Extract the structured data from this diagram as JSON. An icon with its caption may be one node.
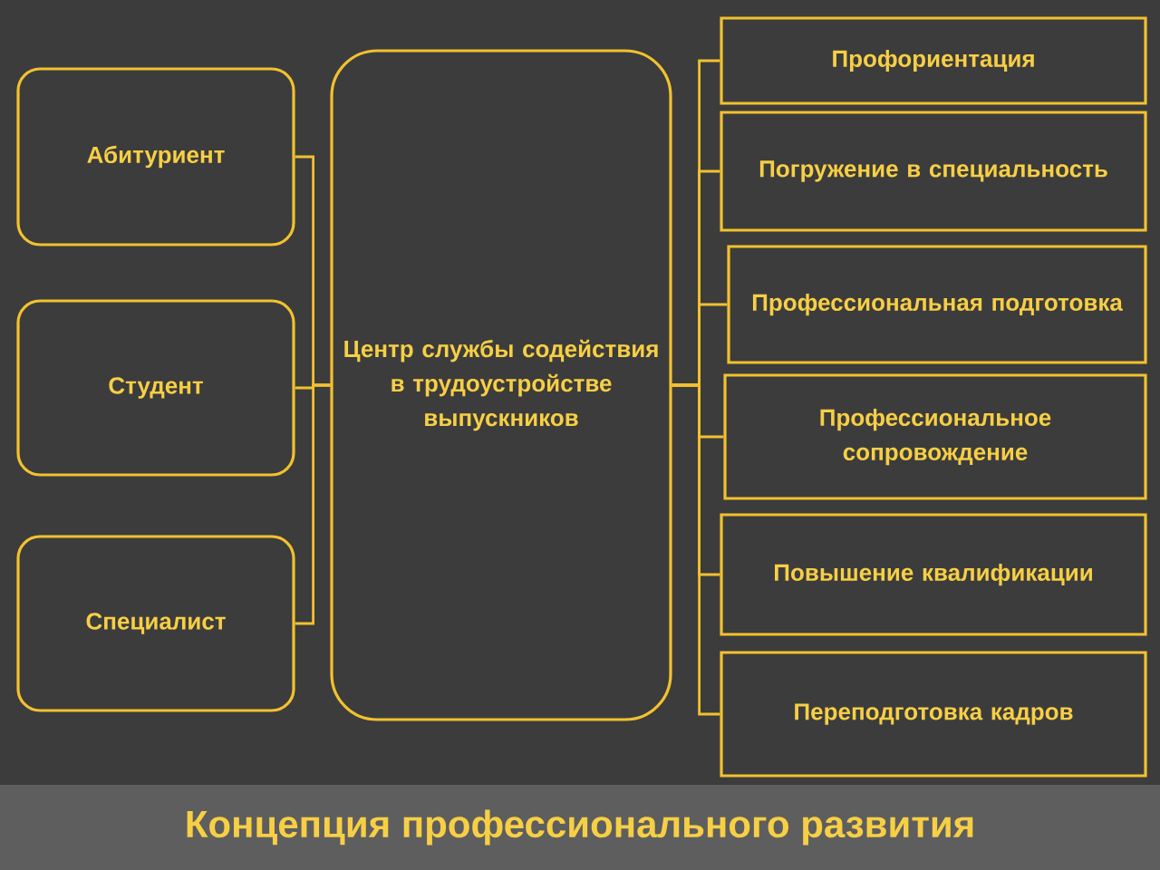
{
  "diagram": {
    "title": "Концепция профессионального развития",
    "nodes": [
      {
        "text": [
          "Абитуриент"
        ]
      },
      {
        "text": [
          "Студент"
        ]
      },
      {
        "text": [
          "Специалист"
        ]
      },
      {
        "text": [
          "Центр службы содействия в трудоустройстве выпускников"
        ]
      },
      {
        "text": [
          "Профориентация"
        ]
      },
      {
        "text": [
          "Погружение в специальность"
        ]
      },
      {
        "text": [
          "Профессиональная подготовка"
        ]
      },
      {
        "text": [
          "Профессиональное сопровождение"
        ]
      },
      {
        "text": [
          "Повышение квалификации"
        ]
      },
      {
        "text": [
          "Переподготовка кадров"
        ]
      }
    ],
    "edges": [
      {
        "from": 0,
        "to": 3,
        "arrow": "none"
      },
      {
        "from": 1,
        "to": 3,
        "arrow": "none"
      },
      {
        "from": 2,
        "to": 3,
        "arrow": "none"
      },
      {
        "from": 3,
        "to": 4,
        "arrow": "none"
      },
      {
        "from": 3,
        "to": 5,
        "arrow": "none"
      },
      {
        "from": 3,
        "to": 6,
        "arrow": "none"
      },
      {
        "from": 3,
        "to": 7,
        "arrow": "none"
      },
      {
        "from": 3,
        "to": 8,
        "arrow": "none"
      },
      {
        "from": 3,
        "to": 9,
        "arrow": "none"
      }
    ]
  }
}
